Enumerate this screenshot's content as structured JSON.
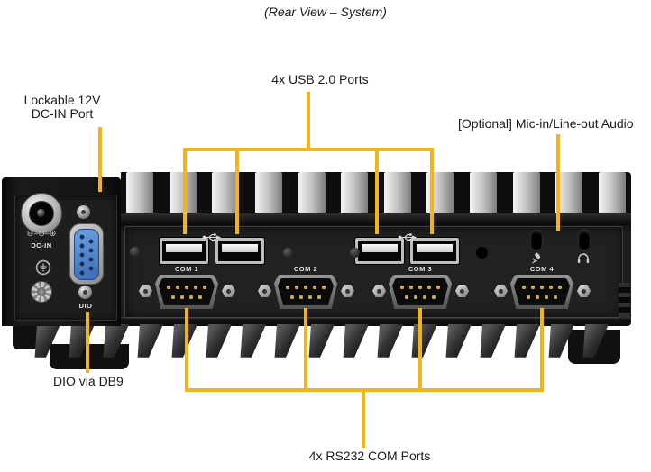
{
  "title": "(Rear View – System)",
  "callouts": {
    "dc_in": {
      "line1": "Lockable 12V",
      "line2": "DC-IN Port"
    },
    "usb": {
      "label": "4x USB 2.0 Ports"
    },
    "audio": {
      "label": "[Optional] Mic-in/Line-out Audio"
    },
    "dio": {
      "label": "DIO via DB9"
    },
    "com": {
      "label": "4x RS232 COM Ports"
    }
  },
  "device": {
    "dc_in_port_label": "DC-IN",
    "dio_port_label": "DIO",
    "polarity_icon_text": "⊖–⊙–⊕",
    "com_ports": [
      {
        "label": "COM 1"
      },
      {
        "label": "COM 2"
      },
      {
        "label": "COM 3"
      },
      {
        "label": "COM 4"
      }
    ]
  },
  "colors": {
    "leader_line": "#F2B31B",
    "label_text": "#1A1A1A",
    "db9_blue": "#4A7FC6",
    "pin_gold": "#CFA54E"
  }
}
